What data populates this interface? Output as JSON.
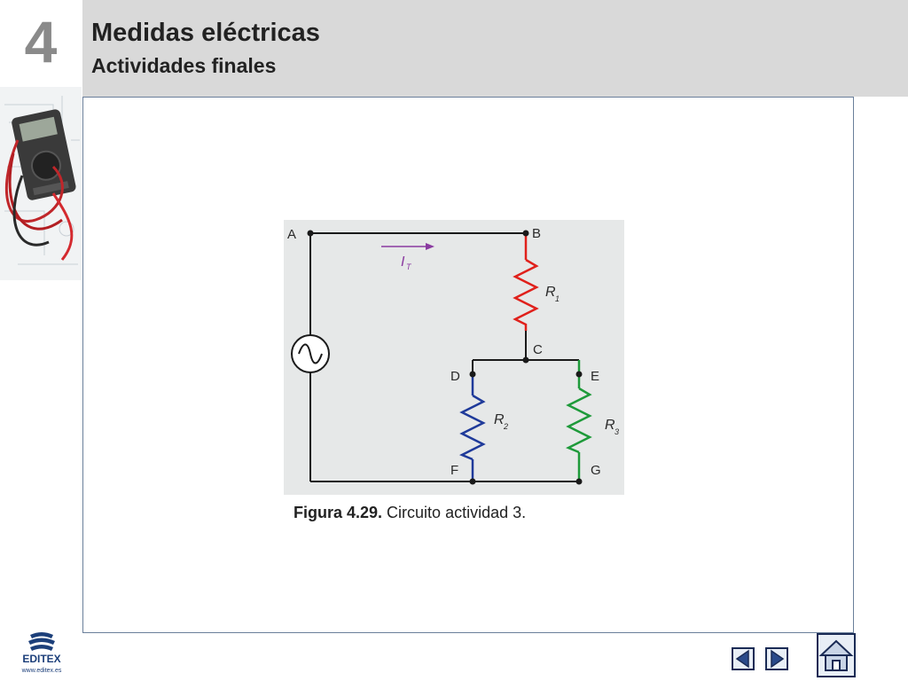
{
  "header": {
    "chapter_number": "4",
    "title": "Medidas eléctricas",
    "subtitle": "Actividades finales"
  },
  "figure": {
    "nodes": [
      "A",
      "B",
      "C",
      "D",
      "E",
      "F",
      "G"
    ],
    "current_label": "I",
    "current_subscript": "T",
    "resistors": [
      {
        "label": "R",
        "subscript": "1",
        "color": "#e0201b"
      },
      {
        "label": "R",
        "subscript": "2",
        "color": "#1f3a9a"
      },
      {
        "label": "R",
        "subscript": "3",
        "color": "#1e9a3a"
      }
    ],
    "wire_color": "#1a1a1a",
    "arrow_color": "#8a3aa0",
    "caption_bold": "Figura 4.29.",
    "caption_text": " Circuito actividad 3."
  },
  "logo": {
    "brand": "EDITEX",
    "url": "www.editex.es",
    "color": "#1c3f7a"
  }
}
